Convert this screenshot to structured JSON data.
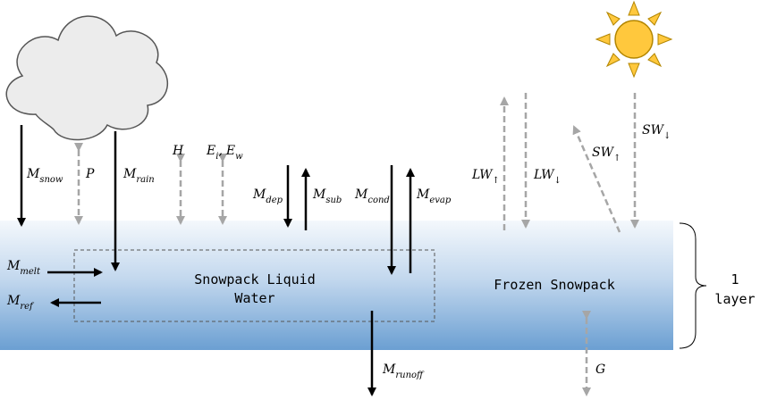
{
  "diagram": {
    "snowpack_liquid_water_line1": "Snowpack Liquid",
    "snowpack_liquid_water_line2": "Water",
    "frozen_snowpack": "Frozen Snowpack",
    "layer_line1": "1",
    "layer_line2": "layer"
  },
  "fluxes": {
    "m_snow": {
      "base": "M",
      "sub": "snow"
    },
    "p": {
      "base": "P"
    },
    "m_rain": {
      "base": "M",
      "sub": "rain"
    },
    "h": {
      "base": "H"
    },
    "e_i": {
      "base": "E",
      "sub": "i"
    },
    "e_sep": ",",
    "e_w": {
      "base": "E",
      "sub": "w"
    },
    "m_dep": {
      "base": "M",
      "sub": "dep"
    },
    "m_sub": {
      "base": "M",
      "sub": "sub"
    },
    "m_cond": {
      "base": "M",
      "sub": "cond"
    },
    "m_evap": {
      "base": "M",
      "sub": "evap"
    },
    "lw_up": {
      "base": "LW",
      "arrow": "↑"
    },
    "lw_down": {
      "base": "LW",
      "arrow": "↓"
    },
    "sw_up": {
      "base": "SW",
      "arrow": "↑"
    },
    "sw_down": {
      "base": "SW",
      "arrow": "↓"
    },
    "m_melt": {
      "base": "M",
      "sub": "melt"
    },
    "m_ref": {
      "base": "M",
      "sub": "ref"
    },
    "m_runoff": {
      "base": "M",
      "sub": "runoff"
    },
    "g": {
      "base": "G"
    }
  },
  "colors": {
    "black_arrow": "#000000",
    "gray_arrow": "#a6a6a6",
    "snow_top": "#f4f8fc",
    "snow_bottom": "#6b9fd2",
    "sun_fill": "#ffc83d",
    "sun_stroke": "#b38600",
    "cloud_fill": "#ececec",
    "cloud_stroke": "#555555"
  }
}
